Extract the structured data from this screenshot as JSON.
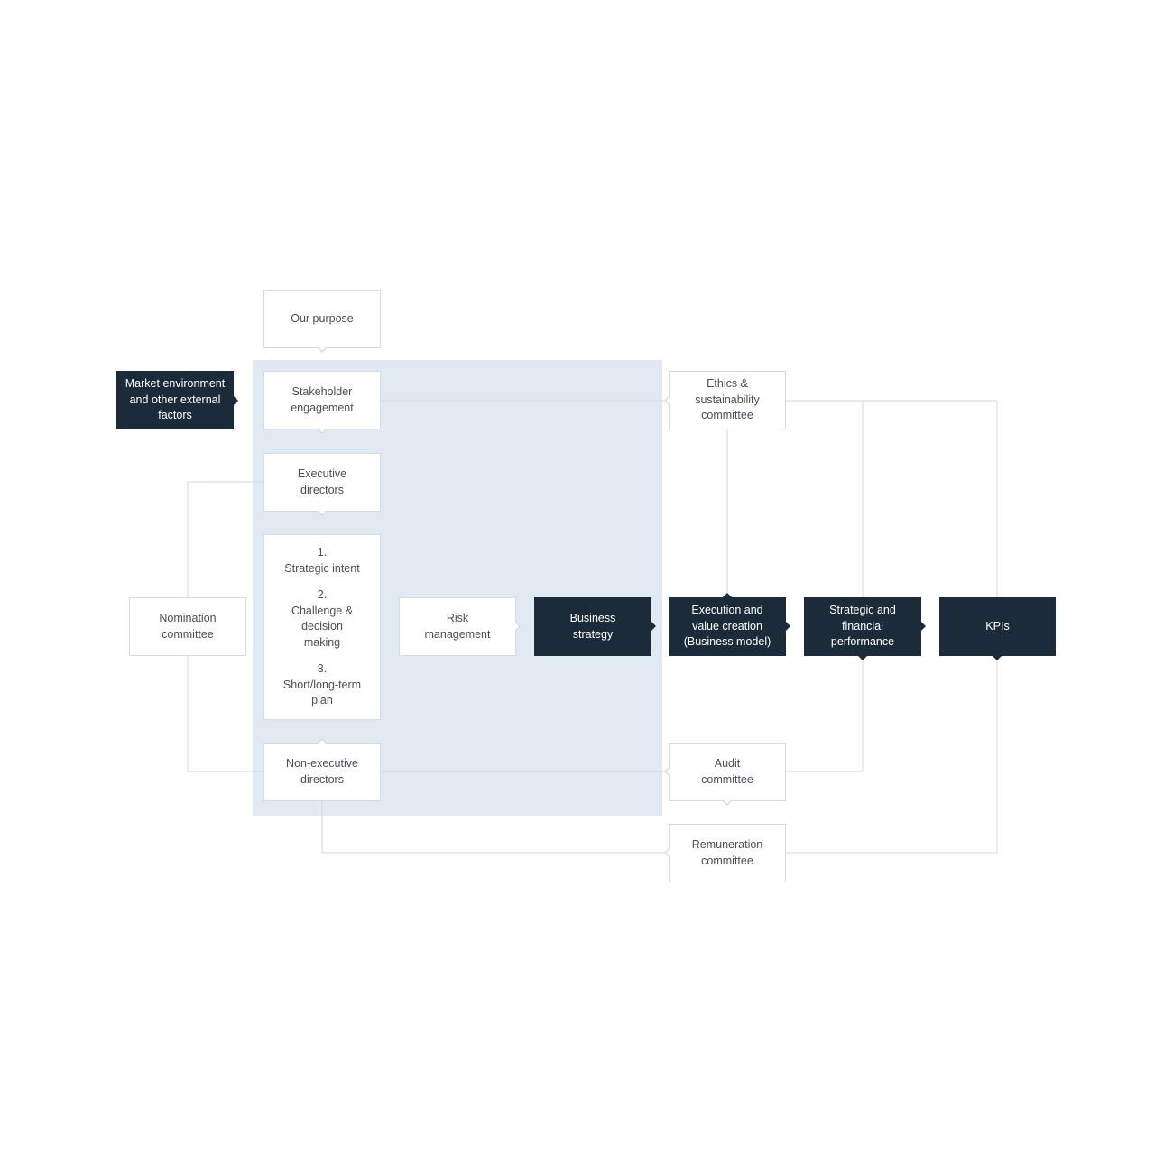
{
  "diagram": {
    "nodes": {
      "our_purpose": "Our purpose",
      "market_environment": "Market environment\nand other external\nfactors",
      "stakeholder_engagement": "Stakeholder\nengagement",
      "executive_directors": "Executive\ndirectors",
      "decision_steps": [
        "1.\nStrategic intent",
        "2.\nChallenge & decision\nmaking",
        "3.\nShort/long-term\nplan"
      ],
      "nomination_committee": "Nomination\ncommittee",
      "risk_management": "Risk\nmanagement",
      "business_strategy": "Business\nstrategy",
      "execution": "Execution and\nvalue creation\n(Business model)",
      "strategic_performance": "Strategic and\nfinancial\nperformance",
      "kpis": "KPIs",
      "ethics_committee": "Ethics &\nsustainability\ncommittee",
      "audit_committee": "Audit\ncommittee",
      "remuneration_committee": "Remuneration\ncommittee",
      "non_executive_directors": "Non-executive\ndirectors"
    },
    "colors": {
      "dark_box": "#1c2b39",
      "light_panel": "#e1e9f2",
      "box_border": "#d7dbe0",
      "connector": "#d3d8de",
      "text": "#4a4f55"
    }
  }
}
